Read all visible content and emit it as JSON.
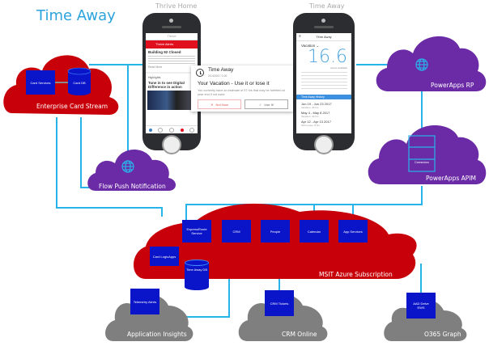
{
  "title": "Time Away",
  "phones": {
    "thrive": {
      "caption": "Thrive Home",
      "topbar": "Thrive",
      "alert_header": "Thrive Alerts",
      "card1_title": "Building 92 Closed",
      "card1_more": "Read More",
      "card2_header": "Highlights",
      "card2_title": "Tune in to see Digital Difference in action"
    },
    "timeaway": {
      "caption": "Time Away",
      "header": "Time Away",
      "dropdown": "Vacation",
      "big_number": "16.6",
      "big_caption": "Hours Available",
      "section_bar": "Time Away History",
      "history": [
        {
          "dates": "Jun 19 - Jun 23 2017",
          "sub": "Vacation: 40 hrs"
        },
        {
          "dates": "May 4 - May 8 2017",
          "sub": "Vacation: 40 hrs"
        },
        {
          "dates": "Apr 12 - Apr 13 2017",
          "sub": "Sick Leave: 8 hrs"
        }
      ]
    }
  },
  "notification": {
    "app": "Time Away",
    "date": "2/14/2017 1:00",
    "headline": "Your Vacation - Use it or lose it",
    "body": "You currently have an estimate of 57 hrs that may be forfeited at year end if not used.",
    "btn_dismiss": "Not Now",
    "btn_accept": "Use It!"
  },
  "clouds": {
    "enterprise": {
      "label": "Enterprise Card Stream",
      "boxes": [
        "Card Services"
      ],
      "db": "Card DB"
    },
    "flow": {
      "label": "Flow Push Notification"
    },
    "powerapps_rp": {
      "label": "PowerApps RP"
    },
    "powerapps_apim": {
      "label": "PowerApps APIM",
      "connectors": "Connectors"
    },
    "azure": {
      "label": "MSIT Azure Subscription",
      "boxes": [
        "Card LogicApps",
        "ExpressRoute Service",
        "CRM",
        "People",
        "Calendar",
        "App Services"
      ],
      "db": "Time Away DB"
    },
    "appinsights": {
      "label": "Application Insights",
      "box": "Telemetry Alerts"
    },
    "crm_online": {
      "label": "CRM Online",
      "box": "CRM Tickets"
    },
    "o365": {
      "label": "O365 Graph",
      "box": "AAD Delve EWS"
    }
  },
  "colors": {
    "red_cloud": "#c8000a",
    "purple_cloud": "#6b2aa6",
    "gray_cloud": "#7f7f7f",
    "box_blue": "#0a14c8",
    "connector": "#27b4e8",
    "title": "#2ba3dc"
  }
}
